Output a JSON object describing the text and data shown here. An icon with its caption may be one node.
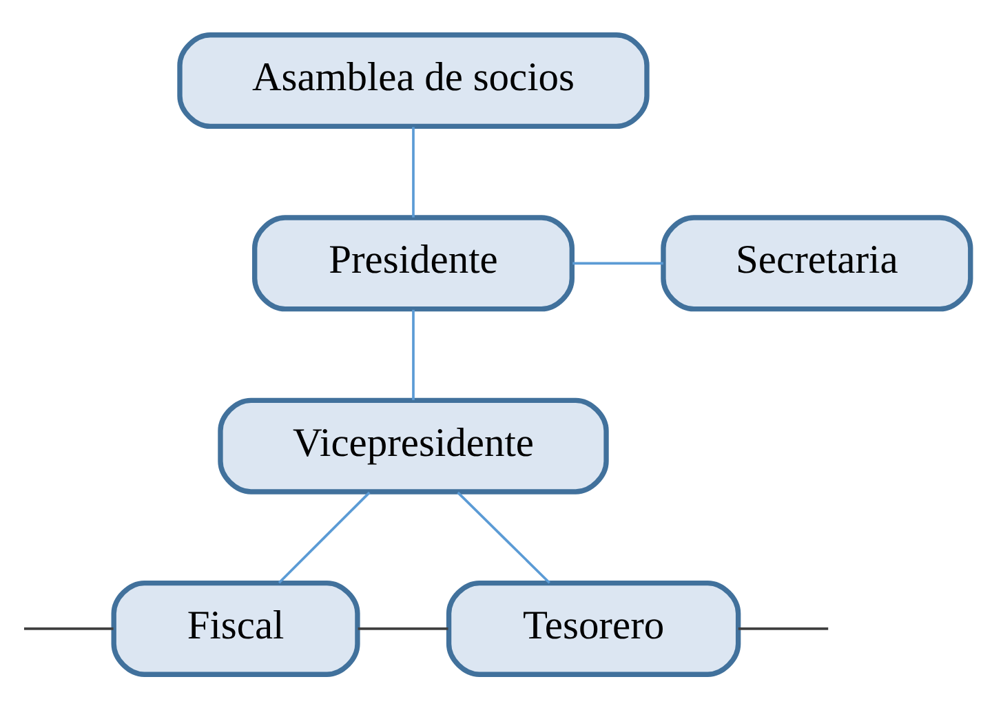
{
  "diagram": {
    "nodes": [
      {
        "text": [
          "Asamblea de socios"
        ]
      },
      {
        "text": [
          "Presidente"
        ]
      },
      {
        "text": [
          "Vicepresidente"
        ]
      },
      {
        "text": [
          "Secretaria"
        ]
      },
      {
        "text": [
          "Fiscal"
        ]
      },
      {
        "text": [
          "Tesorero"
        ]
      }
    ],
    "edges": [
      {
        "from": 0,
        "to": 1,
        "arrow": "none"
      },
      {
        "from": 1,
        "to": 2,
        "arrow": "none"
      },
      {
        "from": 1,
        "to": 3,
        "arrow": "none"
      },
      {
        "from": 2,
        "to": 4,
        "arrow": "none"
      },
      {
        "from": 2,
        "to": 5,
        "arrow": "none"
      },
      {
        "from": null,
        "to": 4,
        "arrow": "none",
        "color": "#404040"
      },
      {
        "from": 4,
        "to": 5,
        "arrow": "none",
        "color": "#404040"
      },
      {
        "from": 5,
        "to": null,
        "arrow": "none",
        "color": "#404040"
      }
    ]
  }
}
